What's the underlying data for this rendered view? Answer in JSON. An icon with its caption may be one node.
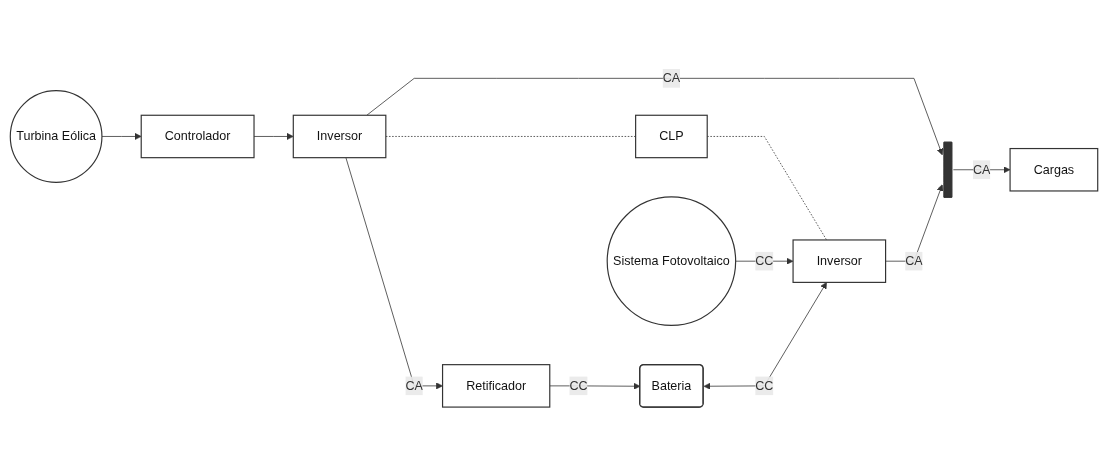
{
  "diagram": {
    "nodes": [
      {
        "text": [
          "Turbina Eólica"
        ]
      },
      {
        "text": [
          "Controlador"
        ]
      },
      {
        "text": [
          "Inversor"
        ]
      },
      {
        "text": [
          "Retificador"
        ]
      },
      {
        "text": [
          "CLP"
        ]
      },
      {
        "text": [
          "Bateria"
        ]
      },
      {
        "text": [
          "Sistema Fotovoltaico"
        ]
      },
      {
        "text": [
          "Inversor"
        ]
      },
      {
        "text": [],
        "shape": "bar"
      },
      {
        "text": [
          "Cargas"
        ]
      }
    ],
    "edges": [
      {
        "from": 0,
        "to": 1,
        "arrow": "to"
      },
      {
        "from": 1,
        "to": 2,
        "arrow": "to"
      },
      {
        "from": 2,
        "to": 8,
        "arrow": "to",
        "label": "CA"
      },
      {
        "from": 2,
        "to": 3,
        "arrow": "to",
        "label": "CA"
      },
      {
        "from": 3,
        "to": 5,
        "arrow": "to",
        "label": "CC"
      },
      {
        "from": 2,
        "to": 4,
        "arrow": "none",
        "style": "dashed"
      },
      {
        "from": 4,
        "to": 7,
        "arrow": "none",
        "style": "dashed"
      },
      {
        "from": 6,
        "to": 7,
        "arrow": "to",
        "label": "CC"
      },
      {
        "from": 5,
        "to": 7,
        "arrow": "both",
        "label": "CC"
      },
      {
        "from": 7,
        "to": 8,
        "arrow": "to",
        "label": "CA"
      },
      {
        "from": 8,
        "to": 9,
        "arrow": "to",
        "label": "CA"
      }
    ]
  }
}
